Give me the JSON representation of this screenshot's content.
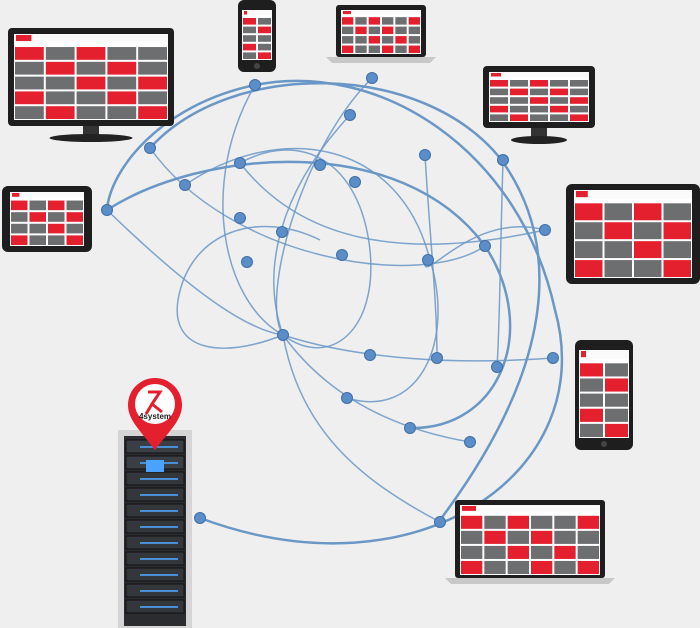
{
  "brand": {
    "logo_text": "4system"
  },
  "colors": {
    "accent": "#e5202e",
    "tile_gray": "#6d6e70",
    "network": "#6a97c6",
    "node": "#5b8ec9",
    "device": "#1e1e1e"
  },
  "devices": [
    "monitor",
    "phone",
    "laptop",
    "monitor",
    "tablet",
    "tablet",
    "phone",
    "laptop",
    "server"
  ]
}
